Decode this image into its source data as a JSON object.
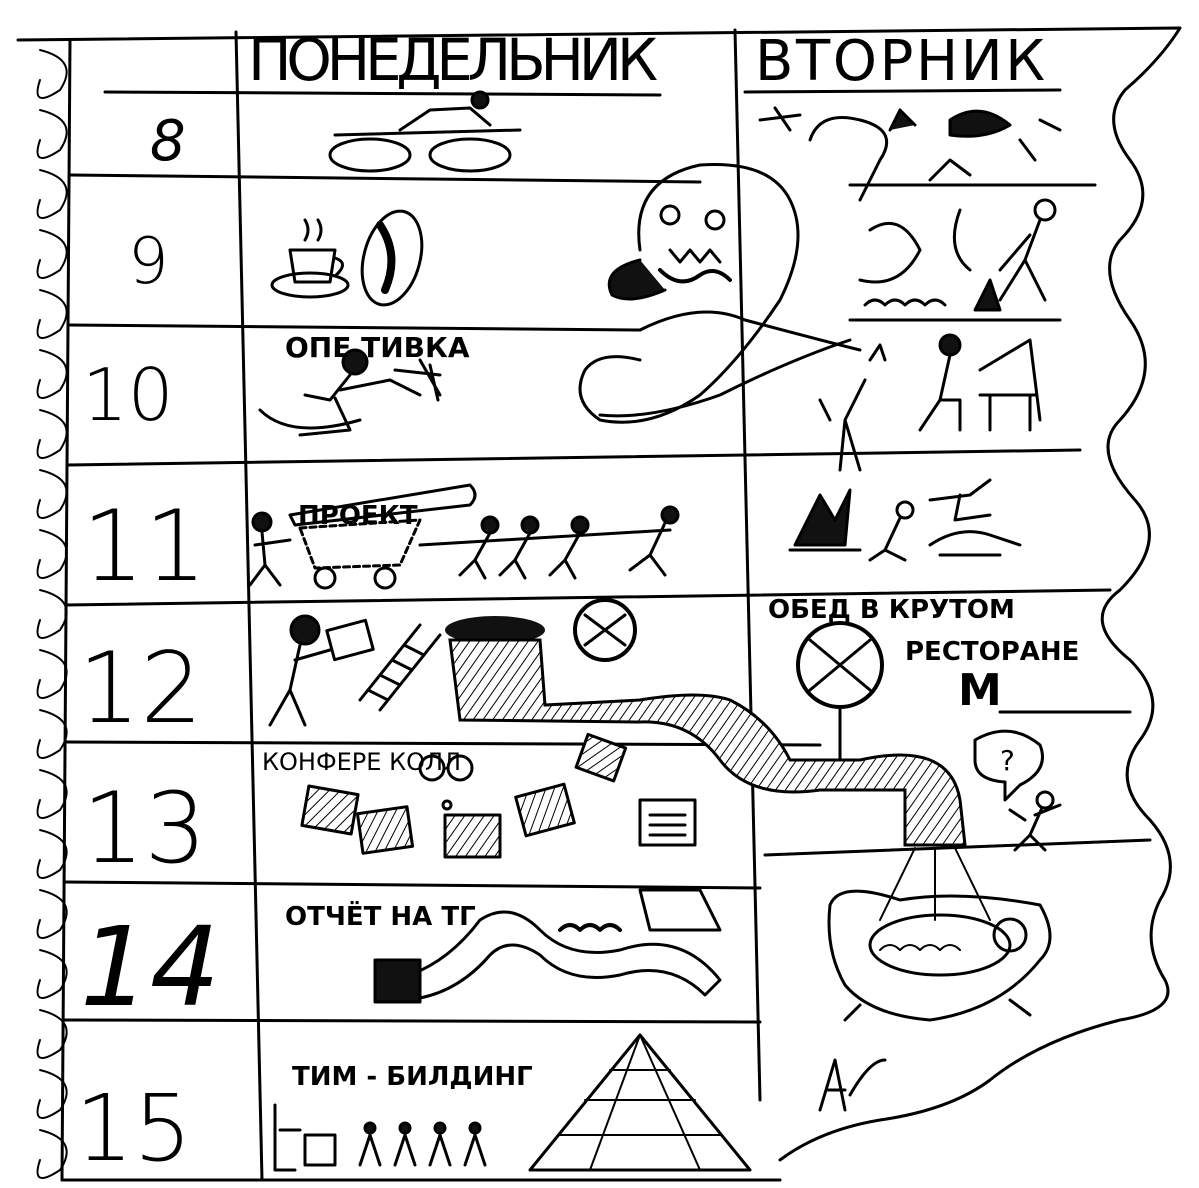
{
  "days": [
    "ПОНЕДЕЛЬНИК",
    "ВТОРНИК"
  ],
  "hours": [
    "8",
    "9",
    "10",
    "11",
    "12",
    "13",
    "14",
    "15"
  ],
  "monday_notes": {
    "h10": "ОПЕ ТИВКА",
    "h11": "ПРОЕКТ",
    "h13": "КОНФЕРЕ    КОЛЛ",
    "h14": "ОТЧЁТ НА ТГ",
    "h15": "ТИМ - БИЛДИНГ"
  },
  "tuesday_notes": {
    "h12_line1": "ОБЕД В КРУТОМ",
    "h12_line2": "РЕСТОРАНЕ",
    "h12_logo": "M",
    "h13_bubble": "?"
  }
}
